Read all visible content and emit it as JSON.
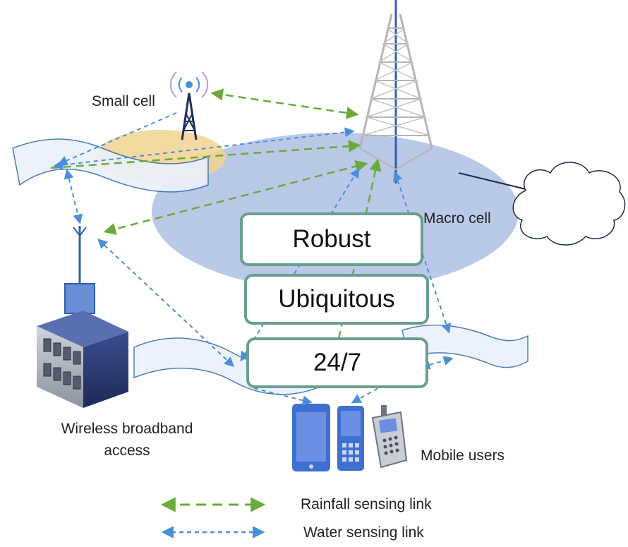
{
  "labels": {
    "small_cell": "Small cell",
    "macro_cell": "Macro cell",
    "wireless_line1": "Wireless broadband",
    "wireless_line2": "access",
    "mobile_users": "Mobile users"
  },
  "features": [
    "Robust",
    "Ubiquitous",
    "24/7"
  ],
  "legend": {
    "rainfall": "Rainfall sensing link",
    "water": "Water sensing link"
  },
  "colors": {
    "rainfall_link": "#6aaa3a",
    "water_link": "#4a90d9",
    "macro_cell_fill": "#aebfe3",
    "small_cell_fill": "#f3d48e",
    "feature_border": "#6a9e8f",
    "stream_stroke": "#3a6fb0",
    "stream_fill": "#eaf1fb"
  },
  "icons": [
    "small-cell-tower-icon",
    "macro-tower-icon",
    "cloud-icon",
    "building-antenna-icon",
    "smartphone-icon",
    "flip-phone-icon",
    "feature-phone-icon"
  ]
}
